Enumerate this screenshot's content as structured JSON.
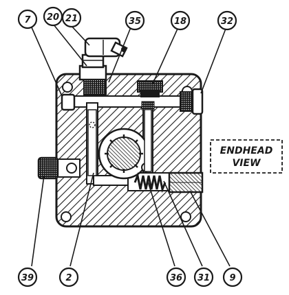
{
  "diagram": {
    "view_label": {
      "line1": "ENDHEAD",
      "line2": "VIEW"
    },
    "callouts": [
      "7",
      "20",
      "21",
      "35",
      "18",
      "32",
      "39",
      "2",
      "36",
      "31",
      "9"
    ]
  },
  "colors": {
    "ink": "#1a1a1a",
    "paper": "#ffffff"
  }
}
